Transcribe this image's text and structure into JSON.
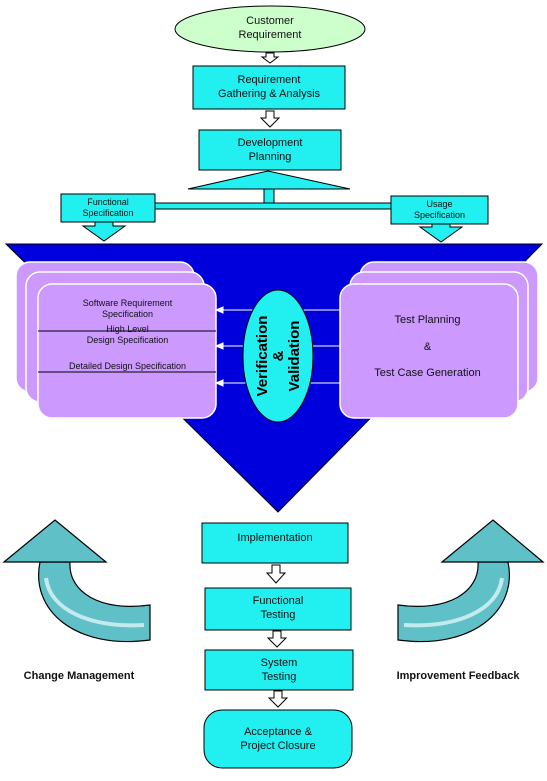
{
  "nodes": {
    "customer_requirement": "Customer\nRequirement",
    "requirement_gathering": "Requirement\nGathering & Analysis",
    "development_planning": "Development\nPlanning",
    "functional_specification": "Functional\nSpecification",
    "usage_specification": "Usage\nSpecification",
    "implementation": "Implementation",
    "functional_testing": "Functional\nTesting",
    "system_testing": "System\nTesting",
    "acceptance": "Acceptance &\nProject Closure"
  },
  "left_stack": {
    "software_requirement": "Software Requirement\nSpecification",
    "high_level": "High Level\nDesign Specification",
    "detailed_design": "Detailed Design Specification"
  },
  "right_stack": {
    "test_planning": "Test Planning",
    "ampersand": "&",
    "test_case_generation": "Test Case Generation"
  },
  "verification": {
    "word1": "Verification",
    "amp": "&",
    "word2": "Validation"
  },
  "labels": {
    "change_management": "Change Management",
    "improvement_feedback": "Improvement Feedback"
  },
  "colors": {
    "cyan": "#22f0f0",
    "blue": "#0000dd",
    "lavender": "#cc99ff",
    "ellipse": "#ccffcc",
    "teal_arrow": "#5fc0c8"
  }
}
